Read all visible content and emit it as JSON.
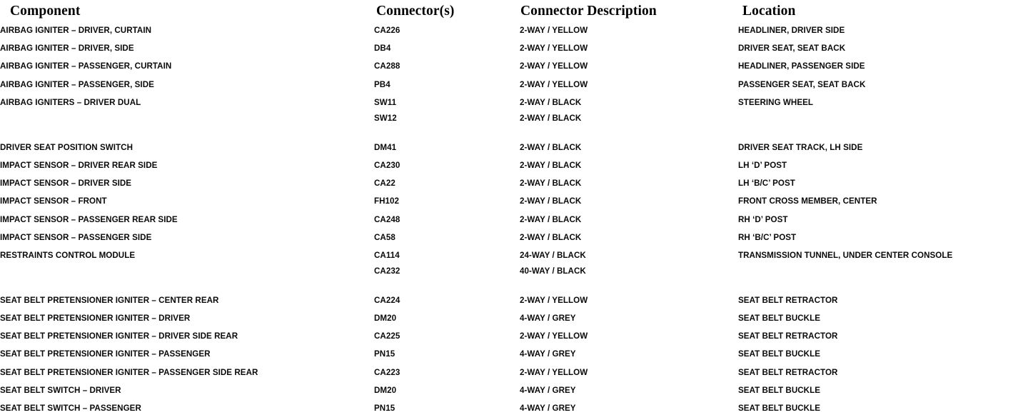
{
  "table": {
    "columns": [
      {
        "key": "component",
        "label": "Component"
      },
      {
        "key": "connector",
        "label": "Connector(s)"
      },
      {
        "key": "description",
        "label": "Connector Description"
      },
      {
        "key": "location",
        "label": "Location"
      }
    ],
    "rows": [
      {
        "component": "AIRBAG IGNITER – DRIVER, CURTAIN",
        "connector": [
          "CA226"
        ],
        "description": [
          "2-WAY / YELLOW"
        ],
        "location": [
          "HEADLINER, DRIVER SIDE"
        ]
      },
      {
        "component": "AIRBAG IGNITER – DRIVER, SIDE",
        "connector": [
          "DB4"
        ],
        "description": [
          "2-WAY / YELLOW"
        ],
        "location": [
          "DRIVER SEAT, SEAT BACK"
        ]
      },
      {
        "component": "AIRBAG IGNITER – PASSENGER, CURTAIN",
        "connector": [
          "CA288"
        ],
        "description": [
          "2-WAY / YELLOW"
        ],
        "location": [
          "HEADLINER, PASSENGER SIDE"
        ]
      },
      {
        "component": "AIRBAG IGNITER – PASSENGER, SIDE",
        "connector": [
          "PB4"
        ],
        "description": [
          "2-WAY / YELLOW"
        ],
        "location": [
          "PASSENGER SEAT, SEAT BACK"
        ]
      },
      {
        "component": "AIRBAG IGNITERS – DRIVER DUAL",
        "connector": [
          "SW11",
          "SW12"
        ],
        "description": [
          "2-WAY / BLACK",
          "2-WAY / BLACK"
        ],
        "location": [
          "STEERING WHEEL"
        ]
      },
      {
        "spacer": true
      },
      {
        "component": "DRIVER SEAT POSITION SWITCH",
        "connector": [
          "DM41"
        ],
        "description": [
          "2-WAY / BLACK"
        ],
        "location": [
          "DRIVER SEAT TRACK, LH SIDE"
        ]
      },
      {
        "component": "IMPACT SENSOR – DRIVER REAR SIDE",
        "connector": [
          "CA230"
        ],
        "description": [
          "2-WAY / BLACK"
        ],
        "location": [
          "LH ‘D’ POST"
        ]
      },
      {
        "component": "IMPACT SENSOR – DRIVER SIDE",
        "connector": [
          "CA22"
        ],
        "description": [
          "2-WAY / BLACK"
        ],
        "location": [
          "LH ‘B/C’ POST"
        ]
      },
      {
        "component": "IMPACT SENSOR – FRONT",
        "connector": [
          "FH102"
        ],
        "description": [
          "2-WAY / BLACK"
        ],
        "location": [
          "FRONT CROSS MEMBER, CENTER"
        ]
      },
      {
        "component": "IMPACT SENSOR – PASSENGER REAR SIDE",
        "connector": [
          "CA248"
        ],
        "description": [
          "2-WAY / BLACK"
        ],
        "location": [
          "RH ‘D’ POST"
        ]
      },
      {
        "component": "IMPACT SENSOR – PASSENGER SIDE",
        "connector": [
          "CA58"
        ],
        "description": [
          "2-WAY / BLACK"
        ],
        "location": [
          "RH ‘B/C’ POST"
        ]
      },
      {
        "component": "RESTRAINTS CONTROL MODULE",
        "connector": [
          "CA114",
          "CA232"
        ],
        "description": [
          "24-WAY / BLACK",
          "40-WAY / BLACK"
        ],
        "location": [
          "TRANSMISSION TUNNEL, UNDER CENTER CONSOLE"
        ]
      },
      {
        "spacer": true
      },
      {
        "component": "SEAT BELT PRETENSIONER IGNITER – CENTER REAR",
        "connector": [
          "CA224"
        ],
        "description": [
          "2-WAY / YELLOW"
        ],
        "location": [
          "SEAT BELT RETRACTOR"
        ]
      },
      {
        "component": "SEAT BELT PRETENSIONER IGNITER – DRIVER",
        "connector": [
          "DM20"
        ],
        "description": [
          "4-WAY / GREY"
        ],
        "location": [
          "SEAT BELT BUCKLE"
        ]
      },
      {
        "component": "SEAT BELT PRETENSIONER IGNITER – DRIVER SIDE REAR",
        "connector": [
          "CA225"
        ],
        "description": [
          "2-WAY / YELLOW"
        ],
        "location": [
          "SEAT BELT RETRACTOR"
        ]
      },
      {
        "component": "SEAT BELT PRETENSIONER IGNITER – PASSENGER",
        "connector": [
          "PN15"
        ],
        "description": [
          "4-WAY / GREY"
        ],
        "location": [
          "SEAT BELT BUCKLE"
        ]
      },
      {
        "component": "SEAT BELT PRETENSIONER IGNITER – PASSENGER SIDE REAR",
        "connector": [
          "CA223"
        ],
        "description": [
          "2-WAY / YELLOW"
        ],
        "location": [
          "SEAT BELT RETRACTOR"
        ]
      },
      {
        "component": "SEAT BELT SWITCH – DRIVER",
        "connector": [
          "DM20"
        ],
        "description": [
          "4-WAY / GREY"
        ],
        "location": [
          "SEAT BELT BUCKLE"
        ]
      },
      {
        "component": "SEAT BELT SWITCH – PASSENGER",
        "connector": [
          "PN15"
        ],
        "description": [
          "4-WAY / GREY"
        ],
        "location": [
          "SEAT BELT BUCKLE"
        ]
      }
    ]
  }
}
